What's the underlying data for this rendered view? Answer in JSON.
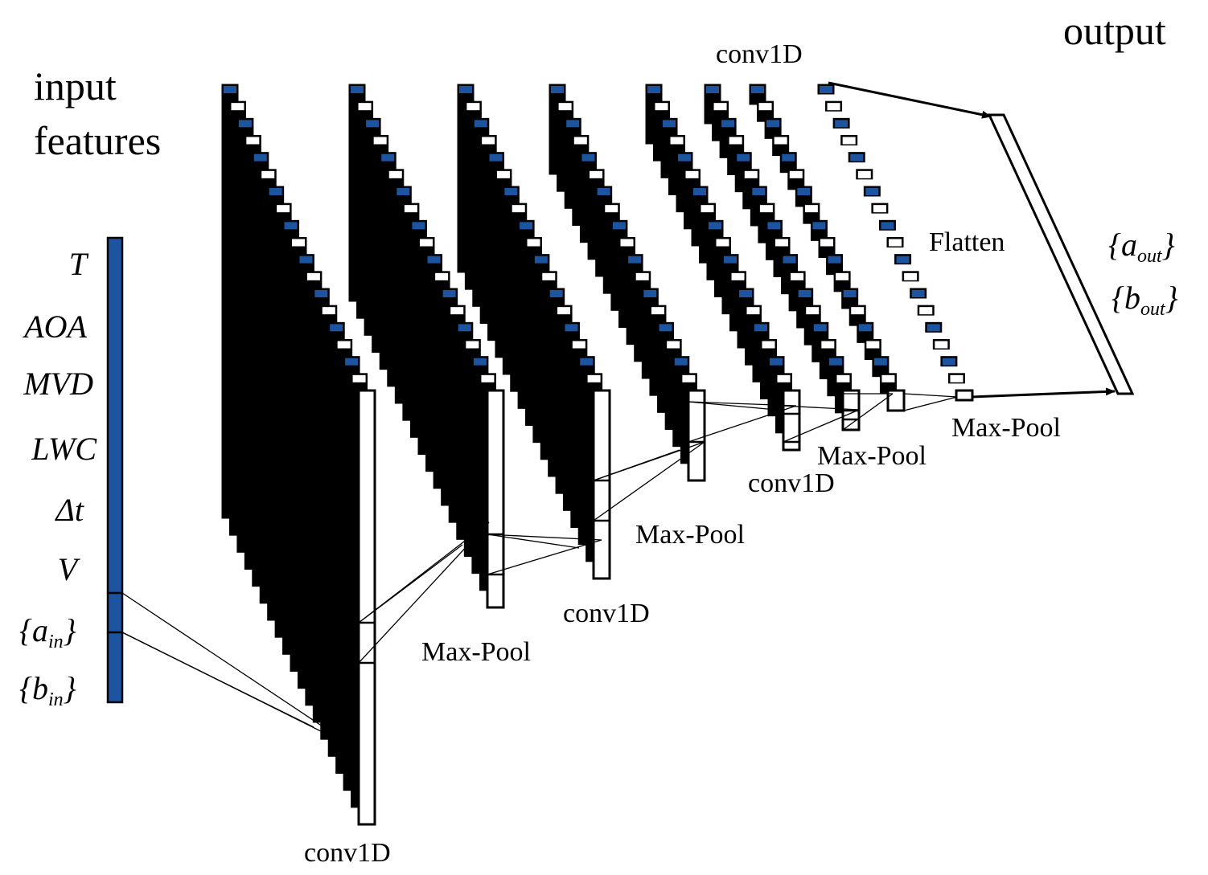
{
  "labels": {
    "input_line1": "input",
    "input_line2": "features",
    "output": "output",
    "flatten": "Flatten"
  },
  "input_features": [
    {
      "base": "T",
      "sub": ""
    },
    {
      "base": "AOA",
      "sub": ""
    },
    {
      "base": "MVD",
      "sub": ""
    },
    {
      "base": "LWC",
      "sub": ""
    },
    {
      "base": "Δt",
      "sub": ""
    },
    {
      "base": "V",
      "sub": ""
    },
    {
      "base": "{a",
      "sub": "in",
      "close": "}"
    },
    {
      "base": "{b",
      "sub": "in",
      "close": "}"
    }
  ],
  "output_features": [
    {
      "base": "{a",
      "sub": "out",
      "close": "}"
    },
    {
      "base": "{b",
      "sub": "out",
      "close": "}"
    }
  ],
  "layer_labels": [
    "conv1D",
    "Max-Pool",
    "conv1D",
    "Max-Pool",
    "conv1D",
    "Max-Pool",
    "conv1D",
    "Max-Pool"
  ],
  "colors": {
    "feature_blue": "#1c54a0",
    "line": "#000000",
    "background": "#ffffff"
  }
}
